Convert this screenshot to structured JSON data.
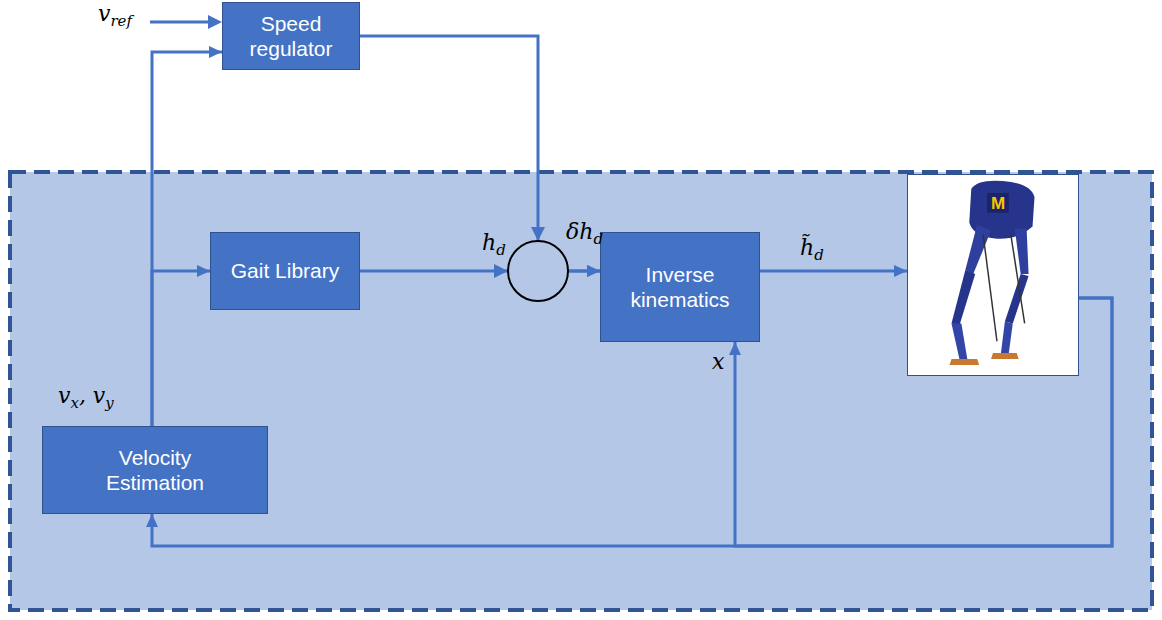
{
  "diagram": {
    "nodes": [
      {
        "text": [
          "Speed regulator"
        ]
      },
      {
        "text": [
          "Gait Library"
        ]
      },
      {
        "text": [
          "Inverse kinematics"
        ]
      },
      {
        "text": [
          "M"
        ]
      },
      {
        "text": [
          "Velocity Estimation"
        ]
      }
    ],
    "edges": [
      {
        "from": 1,
        "to": 2,
        "arrow": "to",
        "label": "hd"
      },
      {
        "from": 0,
        "to": 2,
        "arrow": "to",
        "label": "δhd"
      },
      {
        "from": 2,
        "to": 3,
        "arrow": "to",
        "label": "h̃d"
      },
      {
        "from": 3,
        "to": 4,
        "arrow": "to"
      },
      {
        "from": 3,
        "to": 2,
        "arrow": "to"
      },
      {
        "from": 4,
        "to": 1,
        "arrow": "to"
      },
      {
        "from": 4,
        "to": 0,
        "arrow": "to"
      }
    ],
    "labels": [
      "vref",
      "vx, vy",
      "x"
    ]
  }
}
